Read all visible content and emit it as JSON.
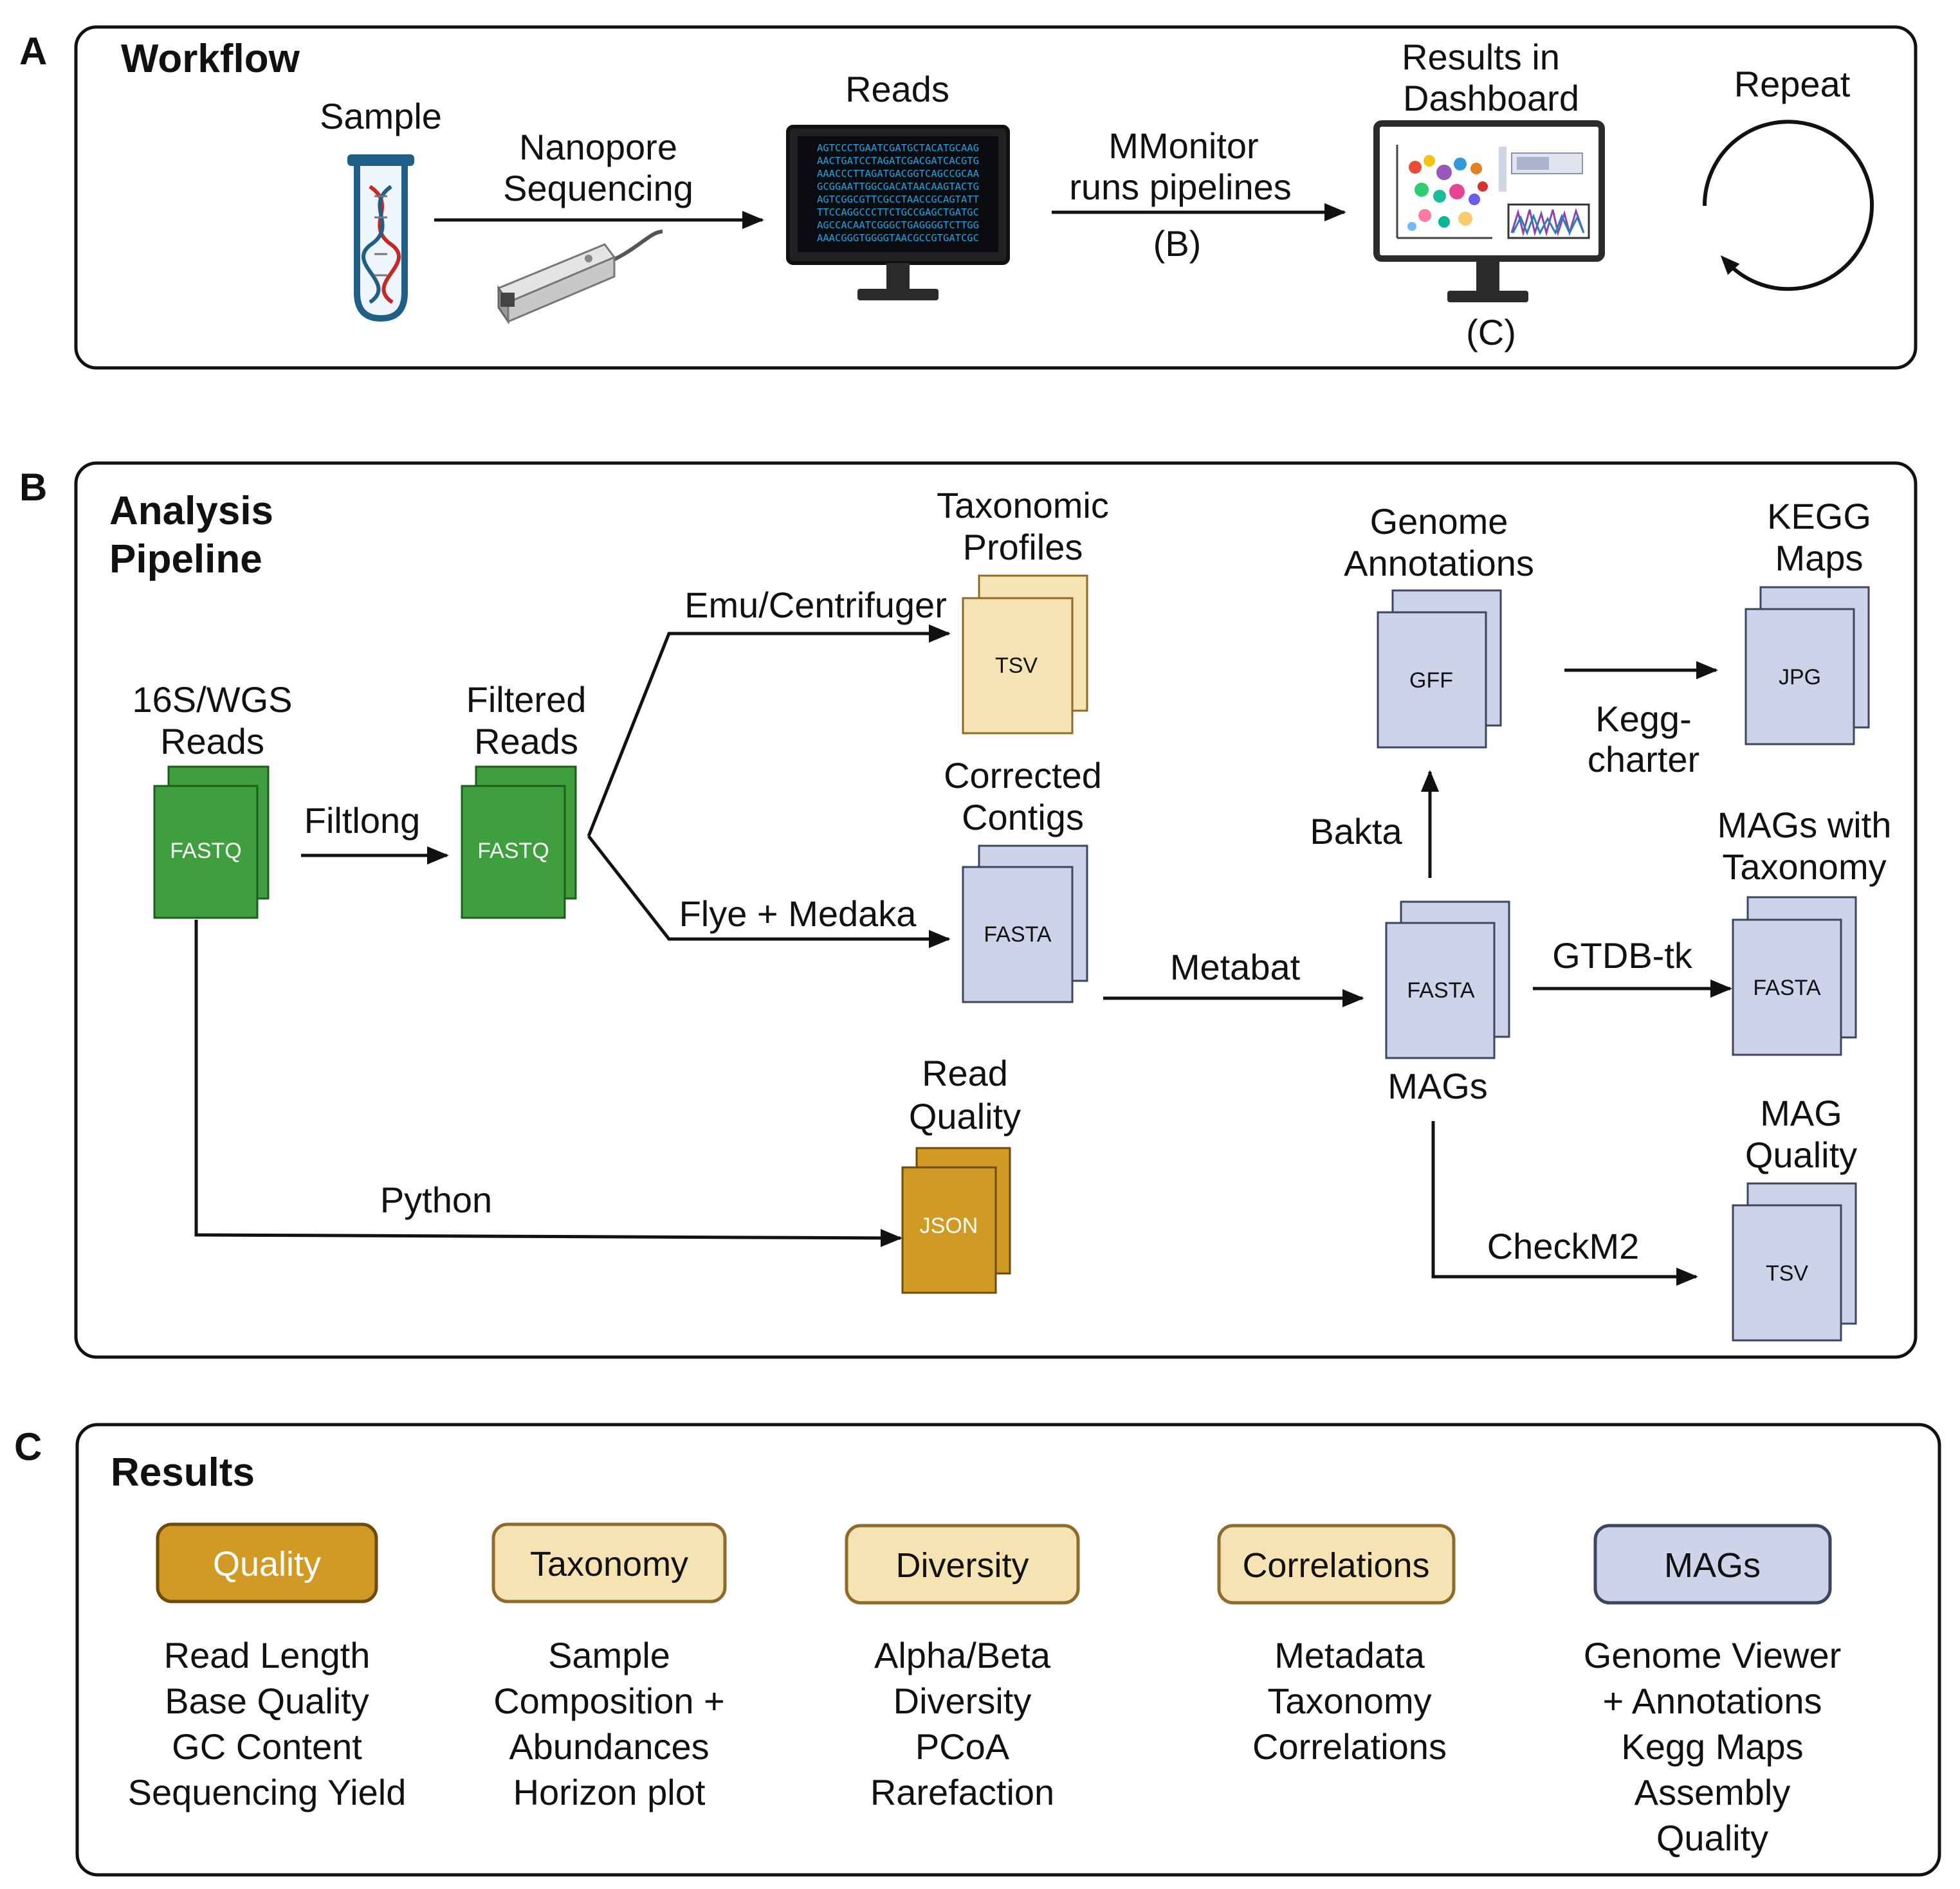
{
  "panelA": {
    "letter": "A",
    "title": "Workflow",
    "sample": "Sample",
    "nanopore": [
      "Nanopore",
      "Sequencing"
    ],
    "reads": "Reads",
    "sequences": [
      "AGTCCCTGAATCGATGCTACATGCAAG",
      "AACTGATCCTAGATCGACGATCACGTG",
      "AAACCCTTAGATGACGGTCAGCCGCAA",
      "GCGGAATTGGCGACATAACAAGTACTG",
      "AGTCGGCGTTCGCCTAACCGCAGTATT",
      "TTCCAGGCCCTTCTGCCGAGCTGATGC",
      "AGCCACAATCGGGCTGAGGGGTCTTGG",
      "AAACGGGTGGGGTAACGCCGTGATCGC"
    ],
    "mmonitor": [
      "MMonitor",
      "runs pipelines"
    ],
    "ref_b": "(B)",
    "results": [
      "Results in",
      "Dashboard"
    ],
    "ref_c": "(C)",
    "repeat": "Repeat"
  },
  "panelB": {
    "letter": "B",
    "title": [
      "Analysis",
      "Pipeline"
    ],
    "raw_reads": [
      "16S/WGS",
      "Reads"
    ],
    "fastq": "FASTQ",
    "filtlong": "Filtlong",
    "filtered": [
      "Filtered",
      "Reads"
    ],
    "emu": "Emu/Centrifuger",
    "taxprof": [
      "Taxonomic",
      "Profiles"
    ],
    "tsv": "TSV",
    "flye": "Flye + Medaka",
    "contigs": [
      "Corrected",
      "Contigs"
    ],
    "fasta": "FASTA",
    "metabat": "Metabat",
    "mags": "MAGs",
    "bakta": "Bakta",
    "genome_ann": [
      "Genome",
      "Annotations"
    ],
    "gff": "GFF",
    "keggcharter": [
      "Kegg-",
      "charter"
    ],
    "kegg": [
      "KEGG",
      "Maps"
    ],
    "jpg": "JPG",
    "gtdb": "GTDB-tk",
    "mags_tax": [
      "MAGs with",
      "Taxonomy"
    ],
    "checkm": "CheckM2",
    "mag_quality": [
      "MAG",
      "Quality"
    ],
    "python": "Python",
    "read_quality": [
      "Read",
      "Quality"
    ],
    "json": "JSON"
  },
  "panelC": {
    "letter": "C",
    "title": "Results",
    "categories": [
      {
        "label": "Quality",
        "items": [
          "Read Length",
          "Base Quality",
          "GC Content",
          "Sequencing Yield"
        ]
      },
      {
        "label": "Taxonomy",
        "items": [
          "Sample",
          "Composition +",
          "Abundances",
          "Horizon plot"
        ]
      },
      {
        "label": "Diversity",
        "items": [
          "Alpha/Beta",
          "Diversity",
          "PCoA",
          "Rarefaction"
        ]
      },
      {
        "label": "Correlations",
        "items": [
          "Metadata",
          "Taxonomy",
          "Correlations"
        ]
      },
      {
        "label": "MAGs",
        "items": [
          "Genome Viewer",
          "+ Annotations",
          "Kegg Maps",
          "Assembly",
          "Quality"
        ]
      }
    ]
  },
  "colors": {
    "green": "#3f9f3f",
    "green_edge": "#1d5e1d",
    "cream": "#f5e3b3",
    "cream_edge": "#8e6a2c",
    "lavender": "#cdd4ea",
    "lavender_edge": "#3d4560",
    "gold": "#d09a24",
    "gold_edge": "#6e4b0b"
  }
}
